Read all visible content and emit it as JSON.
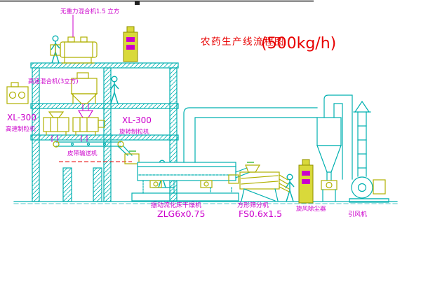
{
  "title": {
    "text": "农药生产线流程图",
    "capacity": "(500kg/h)"
  },
  "equipment_labels": {
    "zero_gravity_mixer": "无重力混合机1.5 立方",
    "high_speed_mixer": "高速混合机(3立方)",
    "granulator_left_model": "XL-300",
    "granulator_left_name": "高速制粒机",
    "granulator_mid_model": "XL-300",
    "granulator_mid_name": "旋转制粒机",
    "belt_conveyor": "皮带输送机",
    "fluid_bed_dryer": "振动流化床干燥机",
    "fluid_bed_dryer_model": "ZLG6x0.75",
    "sieve": "方形筛分机",
    "sieve_model": "FS0.6x1.5",
    "cyclone": "旋风除尘器",
    "fan": "引风机"
  },
  "colors": {
    "structure": "#00b0b0",
    "equipment": "#b0b000",
    "labels": "#cc00cc",
    "title": "#e80000",
    "accent": "#00a800",
    "background": "#ffffff"
  }
}
